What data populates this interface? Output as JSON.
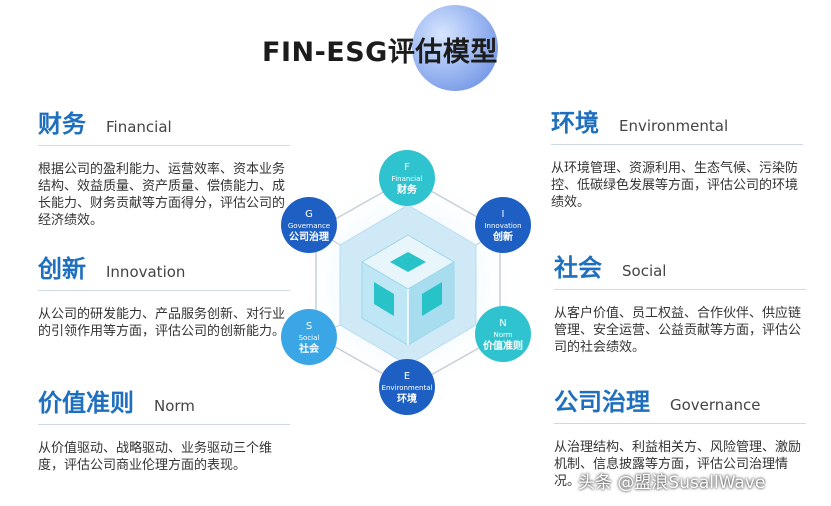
{
  "title": "FIN-ESG评估模型",
  "sections": {
    "financial": {
      "cn": "财务",
      "en": "Financial",
      "body": "根据公司的盈利能力、运营效率、资本业务结构、效益质量、资产质量、偿债能力、成长能力、财务贡献等方面得分，评估公司的经济绩效。"
    },
    "innovation": {
      "cn": "创新",
      "en": "Innovation",
      "body": "从公司的研发能力、产品服务创新、对行业的引领作用等方面，评估公司的创新能力。"
    },
    "norm": {
      "cn": "价值准则",
      "en": "Norm",
      "body": "从价值驱动、战略驱动、业务驱动三个维度，评估公司商业伦理方面的表现。"
    },
    "environmental": {
      "cn": "环境",
      "en": "Environmental",
      "body": "从环境管理、资源利用、生态气候、污染防控、低碳绿色发展等方面，评估公司的环境绩效。"
    },
    "social": {
      "cn": "社会",
      "en": "Social",
      "body": "从客户价值、员工权益、合作伙伴、供应链管理、安全运营、公益贡献等方面，评估公司的社会绩效。"
    },
    "governance": {
      "cn": "公司治理",
      "en": "Governance",
      "body": "从治理结构、利益相关方、风险管理、激励机制、信息披露等方面，评估公司治理情况。"
    }
  },
  "nodes": {
    "F": {
      "letter": "F",
      "en": "Financial",
      "cn": "财务",
      "color": "#2ec3cf"
    },
    "I": {
      "letter": "I",
      "en": "Innovation",
      "cn": "创新",
      "color": "#1d5fc2"
    },
    "N": {
      "letter": "N",
      "en": "Norm",
      "cn": "价值准则",
      "color": "#2ec3cf"
    },
    "E": {
      "letter": "E",
      "en": "Environmental",
      "cn": "环境",
      "color": "#1d5fc2"
    },
    "S": {
      "letter": "S",
      "en": "Social",
      "cn": "社会",
      "color": "#3aa6e6"
    },
    "G": {
      "letter": "G",
      "en": "Governance",
      "cn": "公司治理",
      "color": "#1d5fc2"
    }
  },
  "watermark": "头条 @盟浪SusallWave"
}
